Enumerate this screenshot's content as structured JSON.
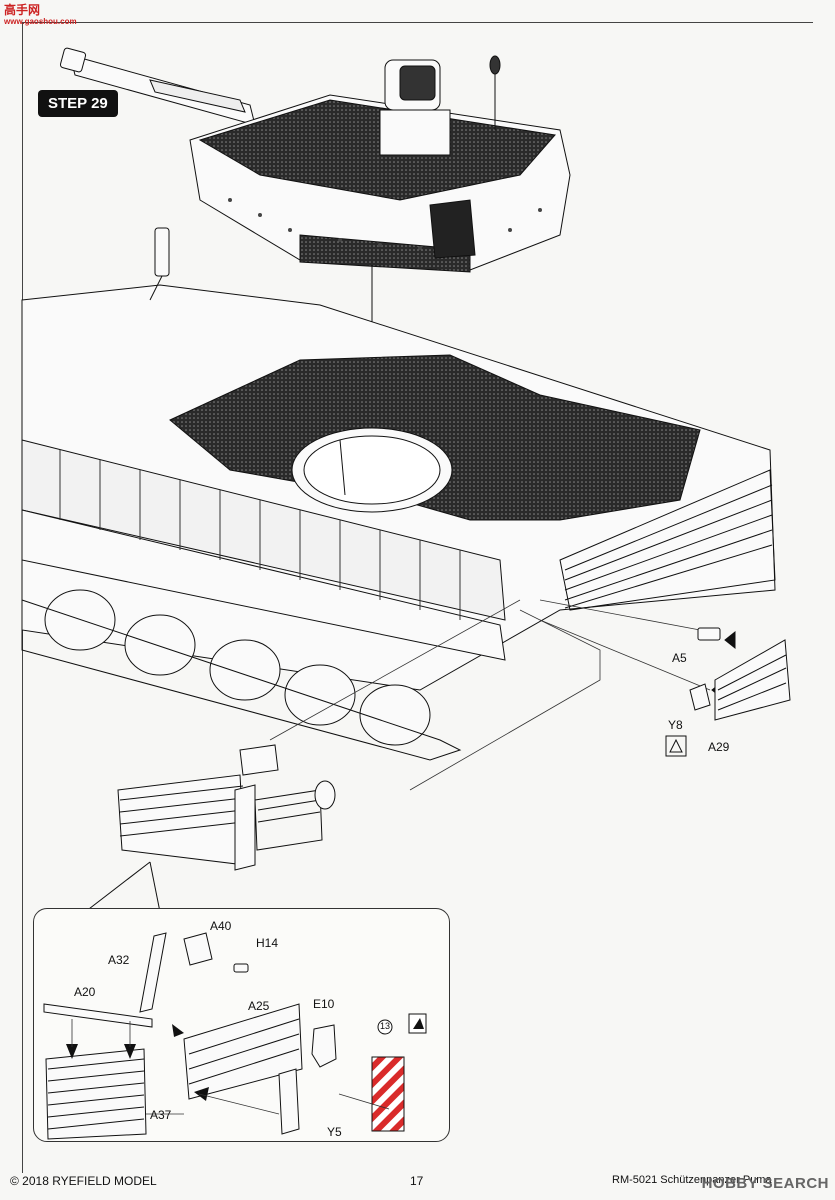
{
  "watermark": {
    "site_name": "高手网",
    "url": "www.gaoshou.com"
  },
  "step": "STEP 29",
  "labels": {
    "a5": "A5",
    "y8": "Y8",
    "a29": "A29",
    "a40": "A40",
    "h14": "H14",
    "a32": "A32",
    "a20": "A20",
    "a25": "A25",
    "e10": "E10",
    "a37": "A37",
    "y5": "Y5",
    "decal_number": "13"
  },
  "footer": {
    "copyright": "© 2018 RYEFIELD MODEL",
    "page_number": "17",
    "product_code": "RM-5021 Schützenpanzer Puma",
    "hobby_search": "HOBBY SEARCH"
  },
  "colors": {
    "ink": "#111111",
    "panel": "#2a2a2a",
    "decal_red": "#d92b2b",
    "paper": "#f7f7f5"
  }
}
